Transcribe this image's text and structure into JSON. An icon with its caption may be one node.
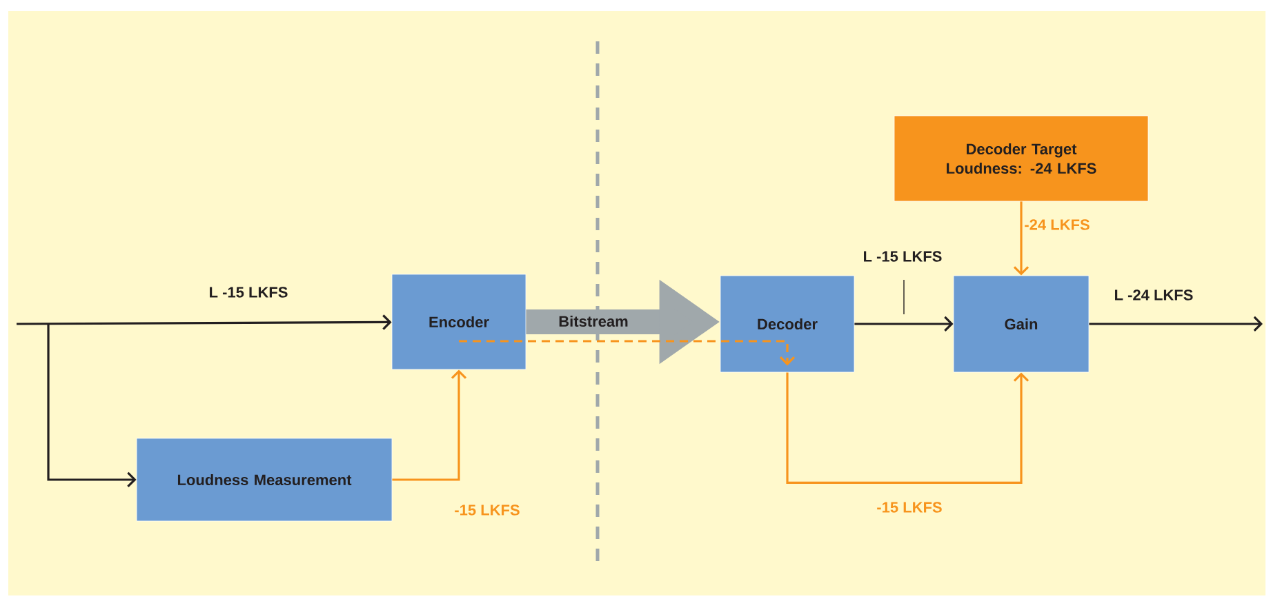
{
  "diagram": {
    "nodes": [
      {
        "text": [
          "Encoder"
        ]
      },
      {
        "text": [
          "Loudness Measurement"
        ]
      },
      {
        "text": [
          "Decoder"
        ]
      },
      {
        "text": [
          "Decoder Target Loudness: -24 LKFS"
        ]
      },
      {
        "text": [
          "Gain"
        ]
      }
    ],
    "edges": [
      {
        "from": null,
        "to": 0,
        "arrow": "to",
        "label": "L -15 LKFS"
      },
      {
        "from": null,
        "to": 1,
        "arrow": "to"
      },
      {
        "from": 1,
        "to": 0,
        "arrow": "to",
        "label": "-15 LKFS",
        "color": "#f7941d"
      },
      {
        "from": 0,
        "to": 2,
        "arrow": "to",
        "label": "Bitstream",
        "style": "thick",
        "color": "#a0a8ab"
      },
      {
        "from": 0,
        "to": 2,
        "arrow": "to",
        "style": "dashed",
        "color": "#f7941d"
      },
      {
        "from": 2,
        "to": 4,
        "arrow": "to",
        "label": "L -15 LKFS"
      },
      {
        "from": 2,
        "to": 4,
        "arrow": "to",
        "label": "-15 LKFS",
        "color": "#f7941d"
      },
      {
        "from": 3,
        "to": 4,
        "arrow": "to",
        "label": "-24 LKFS",
        "color": "#f7941d"
      },
      {
        "from": 4,
        "to": null,
        "arrow": "to",
        "label": "L -24 LKFS"
      }
    ]
  }
}
